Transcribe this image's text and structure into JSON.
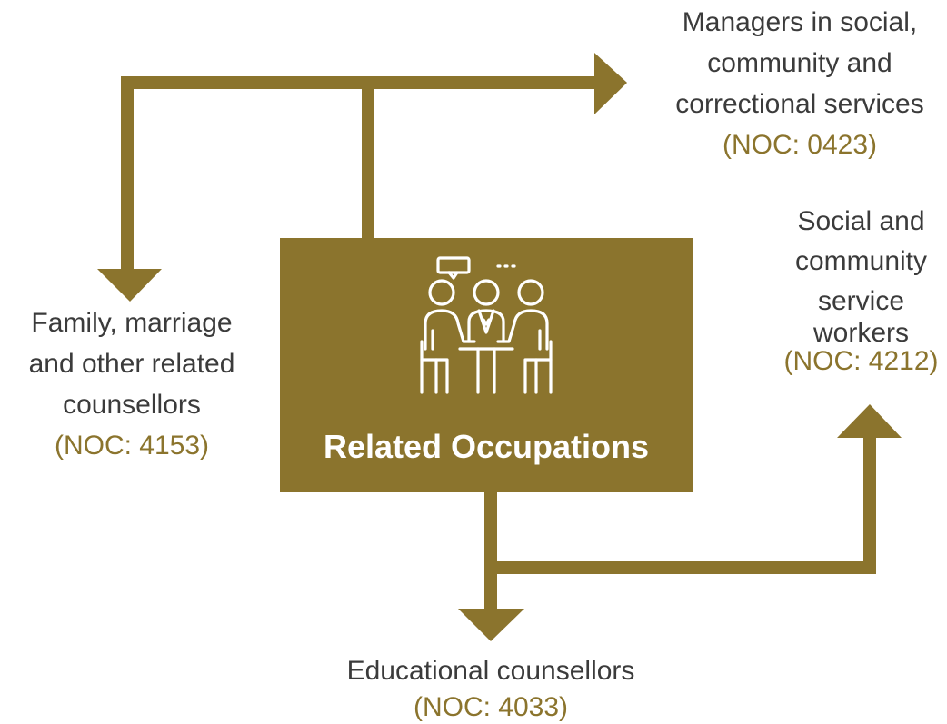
{
  "colors": {
    "accent": "#8b742d",
    "text": "#3b3b3b",
    "background": "#ffffff",
    "icon": "#ffffff"
  },
  "center": {
    "title": "Related Occupations",
    "icon": "people-meeting-icon"
  },
  "occupations": {
    "managers": {
      "lines": [
        "Managers in social,",
        "community and",
        "correctional services"
      ],
      "code": "(NOC: 0423)"
    },
    "family": {
      "lines": [
        "Family, marriage",
        "and other related",
        "counsellors"
      ],
      "code": "(NOC: 4153)"
    },
    "social": {
      "lines": [
        "Social and",
        "community",
        "service",
        "workers"
      ],
      "code": "(NOC: 4212)"
    },
    "educational": {
      "lines": [
        "Educational counsellors"
      ],
      "code": "(NOC: 4033)"
    }
  }
}
